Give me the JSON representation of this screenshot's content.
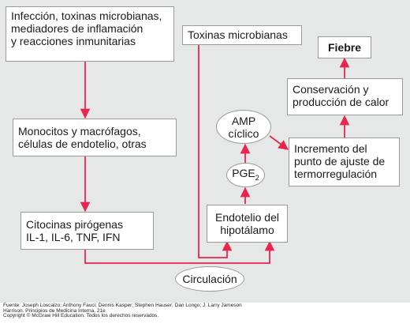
{
  "diagram": {
    "nodes": {
      "infection": "Infección, toxinas microbianas,\nmediadores de inflamación\ny reacciones inmunitarias",
      "monocytes": "Monocitos y macrófagos,\ncélulas de endotelio, otras",
      "cytokines": "Citocinas pirógenas\nIL-1, IL-6, TNF, IFN",
      "circulation": "Circulación",
      "microbial_toxins": "Toxinas microbianas",
      "endothelium": "Endotelio del\nhipotálamo",
      "pge_base": "PGE",
      "pge_sub": "2",
      "camp": "AMP\ncíclico",
      "setpoint": "Incremento del\npunto de ajuste de\ntermorregulación",
      "heat": "Conservación y\nproducción de calor",
      "fever": "Fiebre"
    },
    "colors": {
      "arrow": "#e8254d",
      "panel": "#e6e7e7",
      "border": "#9a9a9a"
    }
  },
  "footer": {
    "source": "Fuente: Joseph Loscalzo; Anthony Fauci; Dennis Kasper; Stephen Hauser; Dan Longo; J. Larry Jameson",
    "book": "Harrison. Principios de Medicina Interna, 21e",
    "copyright": "Copyright © McGraw Hill Education. Todos los derechos reservados."
  }
}
